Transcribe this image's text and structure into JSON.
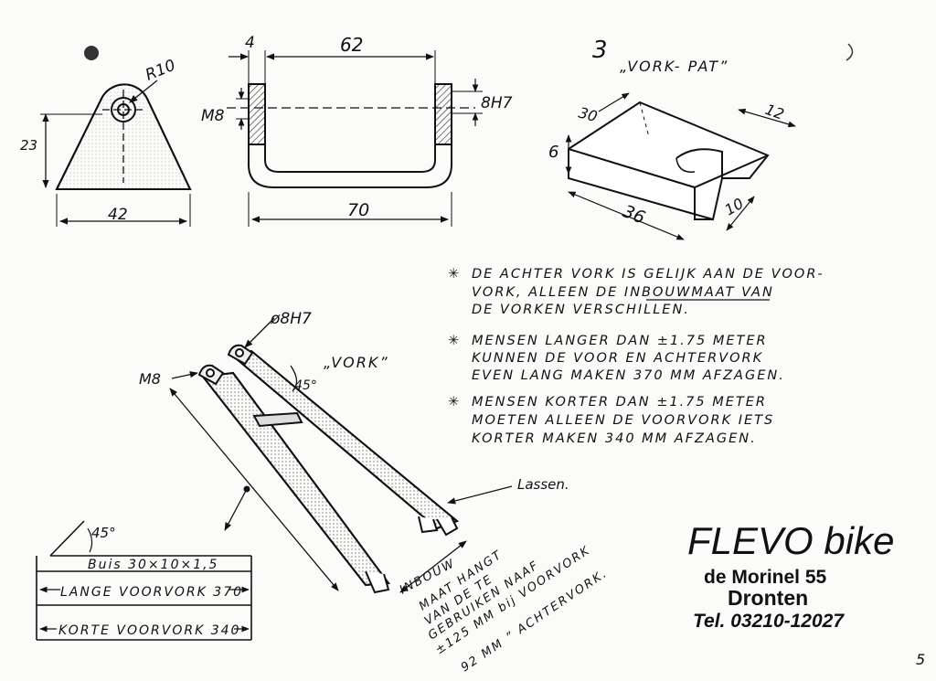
{
  "sheet": {
    "page_marks": {
      "top": "3",
      "bottom_right": "5"
    }
  },
  "bracket": {
    "radius_label": "R10",
    "height_label": "23",
    "width_label": "42"
  },
  "u_fork": {
    "dim_left": "4",
    "dim_top": "62",
    "thread_label": "M8",
    "bore_label": "8H7",
    "width_label": "70"
  },
  "vork_pat": {
    "title": "„VORK- PAT”",
    "dims": {
      "depth": "30",
      "slot": "12",
      "height": "6",
      "length": "36",
      "width": "10"
    }
  },
  "notes": [
    {
      "bullet": "✳",
      "lines": [
        "DE ACHTER VORK IS GELIJK AAN DE VOOR-",
        "VORK, ALLEEN DE INBOUWMAAT VAN",
        "DE VORKEN VERSCHILLEN."
      ]
    },
    {
      "bullet": "✳",
      "lines": [
        "MENSEN LANGER DAN ±1.75 METER",
        "KUNNEN DE VOOR EN ACHTERVORK",
        "EVEN LANG MAKEN    370 MM AFZAGEN."
      ]
    },
    {
      "bullet": "✳",
      "lines": [
        "MENSEN KORTER DAN ±1.75 METER",
        "MOETEN ALLEEN DE VOORVORK IETS",
        "KORTER MAKEN   340 MM   AFZAGEN."
      ]
    }
  ],
  "fork": {
    "title": "„VORK”",
    "bore_label": "ø8H7",
    "thread_label": "M8",
    "angle_label": "45°",
    "weld_label": "Lassen.",
    "inbouw_label": "INBOUW",
    "mount_note": [
      "MAAT HANGT",
      "VAN DE TE",
      "GEBRUIKEN NAAF",
      "±125 MM bij VOORVORK",
      "92 MM ” ACHTERVORK."
    ]
  },
  "tube_table": {
    "angle_label": "45°",
    "row1": "Buis 30×10×1,5",
    "row2": "LANGE VOORVORK 370",
    "row3": "KORTE VOORVORK 340"
  },
  "company": {
    "logo": "FLEVO bike",
    "street": "de Morinel 55",
    "city": "Dronten",
    "phone": "Tel. 03210-12027"
  }
}
